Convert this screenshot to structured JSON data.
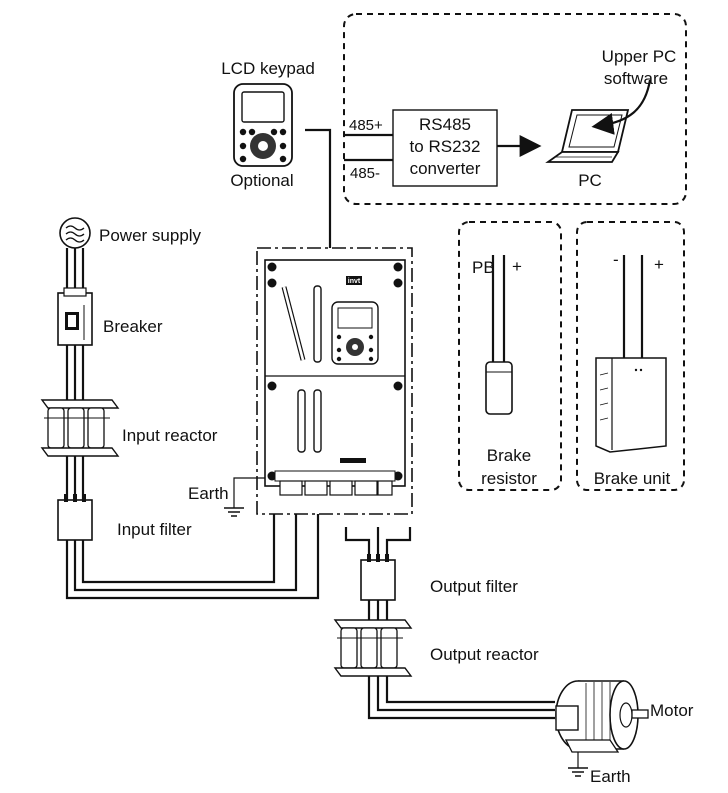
{
  "labels": {
    "lcd_keypad": "LCD  keypad",
    "optional": "Optional",
    "rs485_line1": "RS485",
    "rs485_line2": "to RS232",
    "rs485_line3": "converter",
    "port_485_plus": "485+",
    "port_485_minus": "485-",
    "upper_pc_line1": "Upper PC",
    "upper_pc_line2": "software",
    "pc": "PC",
    "power_supply": "Power supply",
    "breaker": "Breaker",
    "input_reactor": "Input reactor",
    "earth_inverter": "Earth",
    "input_filter": "Input filter",
    "pb": "PB",
    "pb_plus": "+",
    "brake_resistor_line1": "Brake",
    "brake_resistor_line2": "resistor",
    "brake_unit_minus": "-",
    "brake_unit_plus": "+",
    "brake_unit": "Brake unit",
    "output_filter": "Output filter",
    "output_reactor": "Output reactor",
    "motor": "Motor",
    "earth_motor": "Earth",
    "inverter_logo": "invt"
  }
}
